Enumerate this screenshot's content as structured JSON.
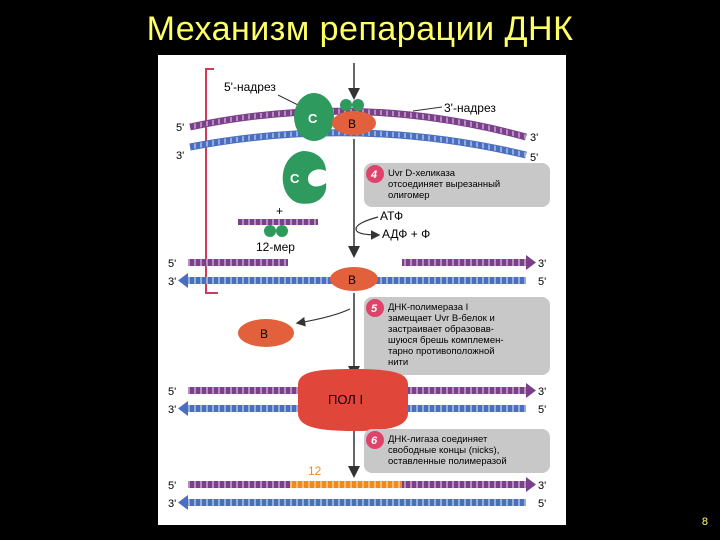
{
  "slide": {
    "title": "Механизм репарации ДНК",
    "page_number": "8"
  },
  "diagram": {
    "labels": {
      "nick5": "5'-надрез",
      "nick3": "3'-надрез",
      "twelve_mer": "12-мер",
      "plus": "+",
      "atp": "АТФ",
      "adp": "АДФ + Ф",
      "twelve": "12"
    },
    "proteins": {
      "c": "C",
      "b": "B",
      "pol": "ПОЛ I"
    },
    "ends": {
      "five": "5'",
      "three": "3'"
    },
    "steps": [
      {
        "number": "4",
        "lines": [
          "Uvr D-хеликаза",
          "отсоединяет вырезанный",
          "олигомер"
        ]
      },
      {
        "number": "5",
        "lines": [
          "ДНК-полимераза I",
          "замещает Uvr B-белок и",
          "застраивает образовав-",
          "шуюся брешь комплемен-",
          "тарно противоположной",
          "нити"
        ]
      },
      {
        "number": "6",
        "lines": [
          "ДНК-лигаза соединяет",
          "свободные концы (nicks),",
          "оставленные полимеразой"
        ]
      }
    ],
    "colors": {
      "strand_top": "#7b3f8c",
      "strand_bottom": "#4a6fc0",
      "protein_c": "#2e9a5e",
      "protein_b": "#e2603c",
      "protein_pol": "#e0463a",
      "step_box": "#c8c8c8",
      "step_badge": "#e0436a",
      "new_segment": "#f08a1c",
      "bracket": "#d23a5c"
    }
  }
}
